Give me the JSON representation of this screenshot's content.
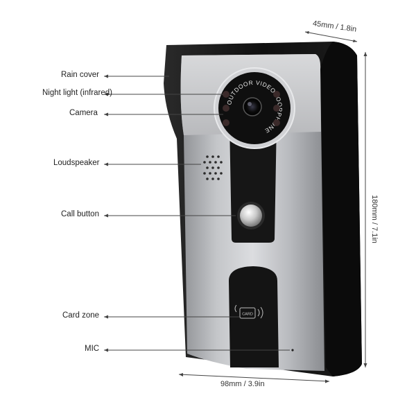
{
  "labels": {
    "rain_cover": "Rain cover",
    "night_light": "Night light (infrared)",
    "camera": "Camera",
    "loudspeaker": "Loudspeaker",
    "call_button": "Call button",
    "card_zone": "Card zone",
    "mic": "MIC"
  },
  "dimensions": {
    "depth": "45mm / 1.8in",
    "height": "180mm / 7.1in",
    "width": "98mm / 3.9in"
  },
  "device": {
    "camera_ring_text": "OUTDOOR VIDEODOORPHONE",
    "card_text": "CARD"
  },
  "colors": {
    "housing": "#121212",
    "panel": "#a9abae",
    "panel_highlight": "#d9dadc",
    "strip": "#1a1a1a",
    "lens_ring": "#c9cbce"
  }
}
